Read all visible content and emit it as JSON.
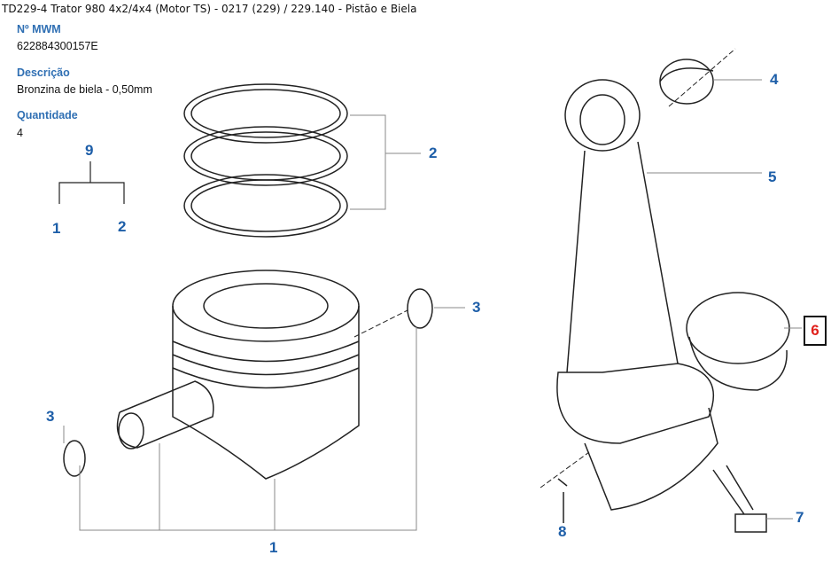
{
  "breadcrumb": "TD229-4 Trator 980 4x2/4x4 (Motor TS) - 0217 (229)  /  229.140 - Pistão e Biela",
  "fields": {
    "mwm_label": "Nº MWM",
    "mwm_value": "622884300157E",
    "desc_label": "Descrição",
    "desc_value": "Bronzina de biela - 0,50mm",
    "qty_label": "Quantidade",
    "qty_value": "4"
  },
  "callouts": {
    "c9": "9",
    "c1a": "1",
    "c2a": "2",
    "c2b": "2",
    "c3a": "3",
    "c3b": "3",
    "c1b": "1",
    "c4": "4",
    "c5": "5",
    "c6": "6",
    "c7": "7",
    "c8": "8"
  },
  "colors": {
    "label": "#2f6fb3",
    "callout": "#1d5ea8",
    "selected": "#e0201b"
  }
}
